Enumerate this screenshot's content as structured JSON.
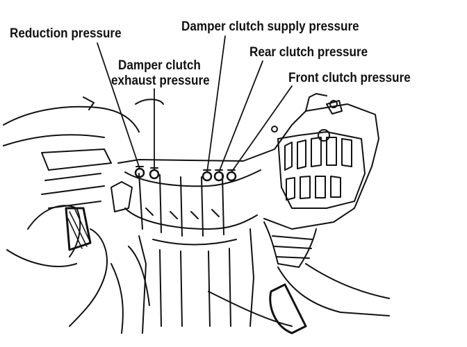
{
  "labels": {
    "reduction": "Reduction pressure",
    "damper_supply": "Damper clutch supply pressure",
    "damper_exhaust_line1": "Damper clutch",
    "damper_exhaust_line2": "exhaust pressure",
    "rear_clutch": "Rear clutch pressure",
    "front_clutch": "Front clutch pressure"
  },
  "colors": {
    "ink": "#111111",
    "paper": "#ffffff"
  }
}
